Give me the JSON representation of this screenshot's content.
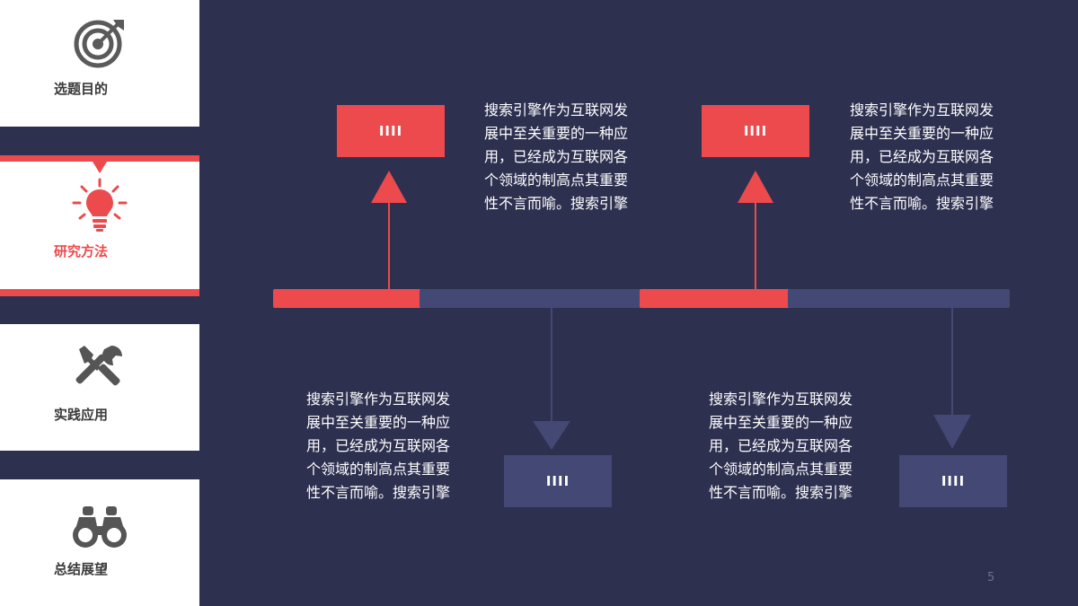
{
  "nav": {
    "items": [
      {
        "label": "选题目的",
        "icon": "target-icon"
      },
      {
        "label": "研究方法",
        "icon": "lightbulb-icon",
        "active": true
      },
      {
        "label": "实践应用",
        "icon": "tools-icon"
      },
      {
        "label": "总结展望",
        "icon": "binoculars-icon"
      }
    ]
  },
  "timeline": {
    "items": [
      {
        "label": "IIII",
        "text": "搜索引擎作为互联网发展中至关重要的一种应用，已经成为互联网各个领域的制高点其重要性不言而喻。搜索引擎"
      },
      {
        "label": "IIII",
        "text": "搜索引擎作为互联网发展中至关重要的一种应用，已经成为互联网各个领域的制高点其重要性不言而喻。搜索引擎"
      },
      {
        "label": "IIII",
        "text": "搜索引擎作为互联网发展中至关重要的一种应用，已经成为互联网各个领域的制高点其重要性不言而喻。搜索引擎"
      },
      {
        "label": "IIII",
        "text": "搜索引擎作为互联网发展中至关重要的一种应用，已经成为互联网各个领域的制高点其重要性不言而喻。搜索引擎"
      }
    ]
  },
  "colors": {
    "accent": "#ec4a4c",
    "navy": "#434874",
    "background": "#2e3050"
  },
  "page_number": "5"
}
